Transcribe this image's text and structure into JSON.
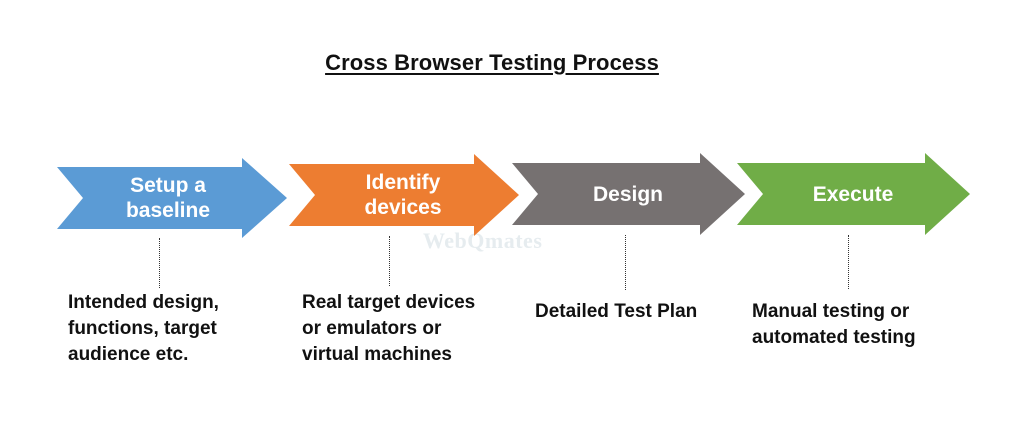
{
  "title": "Cross Browser  Testing Process",
  "watermark": "WebQmates",
  "colors": {
    "baseline": "#5b9bd5",
    "identify": "#ed7d31",
    "design": "#767171",
    "execute": "#70ad47",
    "text": "#111111"
  },
  "steps": [
    {
      "label_lines": [
        "Setup a",
        "baseline"
      ],
      "description_lines": [
        "Intended design,",
        "functions, target",
        "audience etc."
      ]
    },
    {
      "label_lines": [
        "Identify",
        "devices"
      ],
      "description_lines": [
        "Real target devices",
        "or emulators or",
        "virtual machines"
      ]
    },
    {
      "label_lines": [
        "Design"
      ],
      "description_lines": [
        "Detailed Test Plan"
      ]
    },
    {
      "label_lines": [
        "Execute"
      ],
      "description_lines": [
        "Manual testing or",
        "automated testing"
      ]
    }
  ]
}
